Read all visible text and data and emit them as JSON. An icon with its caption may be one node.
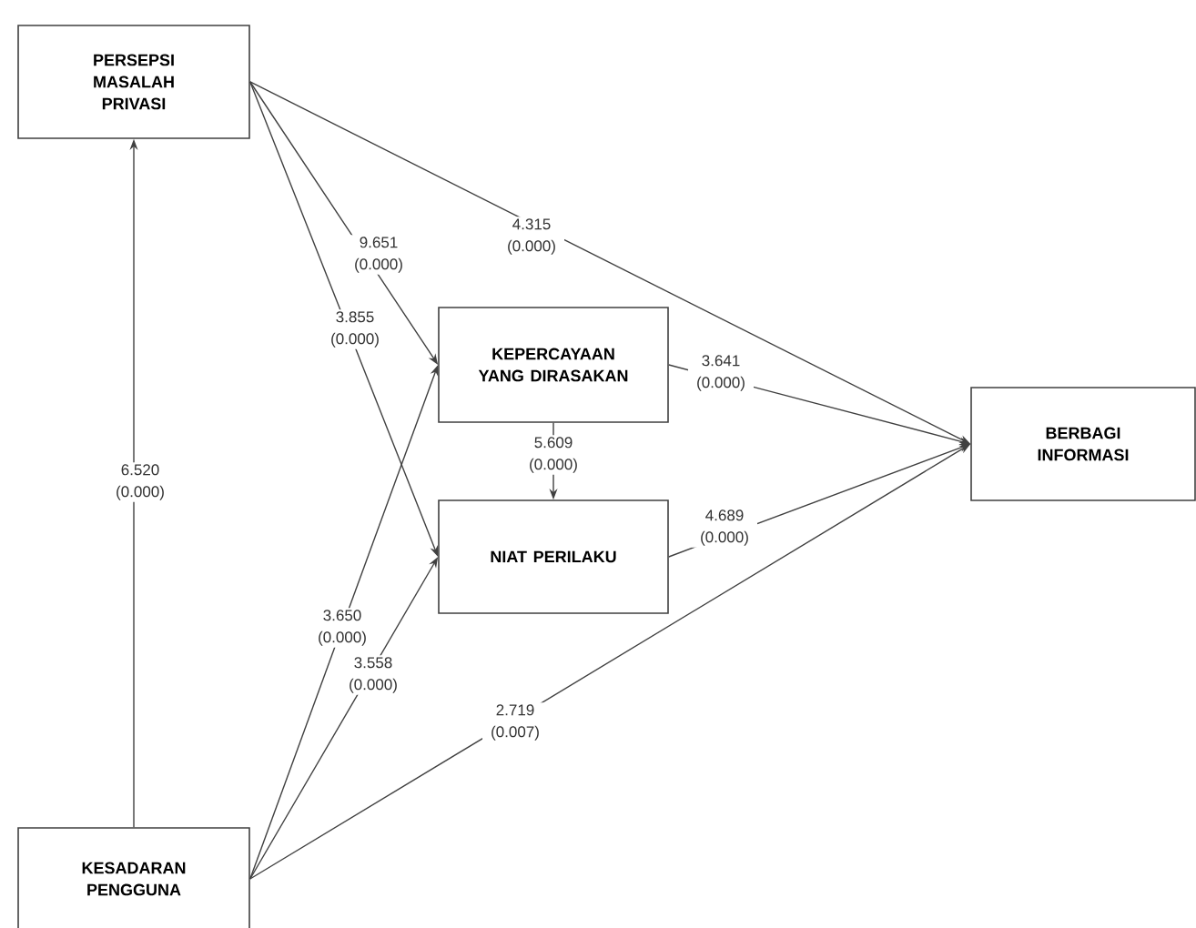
{
  "diagram": {
    "nodes": [
      {
        "text": [
          "PERSEPSI MASALAH PRIVASI"
        ]
      },
      {
        "text": [
          "KEPERCAYAAN YANG DIRASAKAN"
        ]
      },
      {
        "text": [
          "NIAT PERILAKU"
        ]
      },
      {
        "text": [
          "BERBAGI INFORMASI"
        ]
      },
      {
        "text": [
          "KESADARAN PENGGUNA"
        ]
      }
    ],
    "edges": [
      {
        "from": 4,
        "to": 0,
        "arrow": "to",
        "label": "6.520 (0.000)"
      },
      {
        "from": 0,
        "to": 1,
        "arrow": "to",
        "label": "9.651 (0.000)"
      },
      {
        "from": 0,
        "to": 2,
        "arrow": "to",
        "label": "3.855 (0.000)"
      },
      {
        "from": 0,
        "to": 3,
        "arrow": "to",
        "label": "4.315 (0.000)"
      },
      {
        "from": 1,
        "to": 3,
        "arrow": "to",
        "label": "3.641 (0.000)"
      },
      {
        "from": 1,
        "to": 2,
        "arrow": "to",
        "label": "5.609 (0.000)"
      },
      {
        "from": 2,
        "to": 3,
        "arrow": "to",
        "label": "4.689 (0.000)"
      },
      {
        "from": 4,
        "to": 1,
        "arrow": "to",
        "label": "3.650 (0.000)"
      },
      {
        "from": 4,
        "to": 2,
        "arrow": "to",
        "label": "3.558 (0.000)"
      },
      {
        "from": 4,
        "to": 3,
        "arrow": "to",
        "label": "2.719 (0.007)"
      }
    ]
  }
}
